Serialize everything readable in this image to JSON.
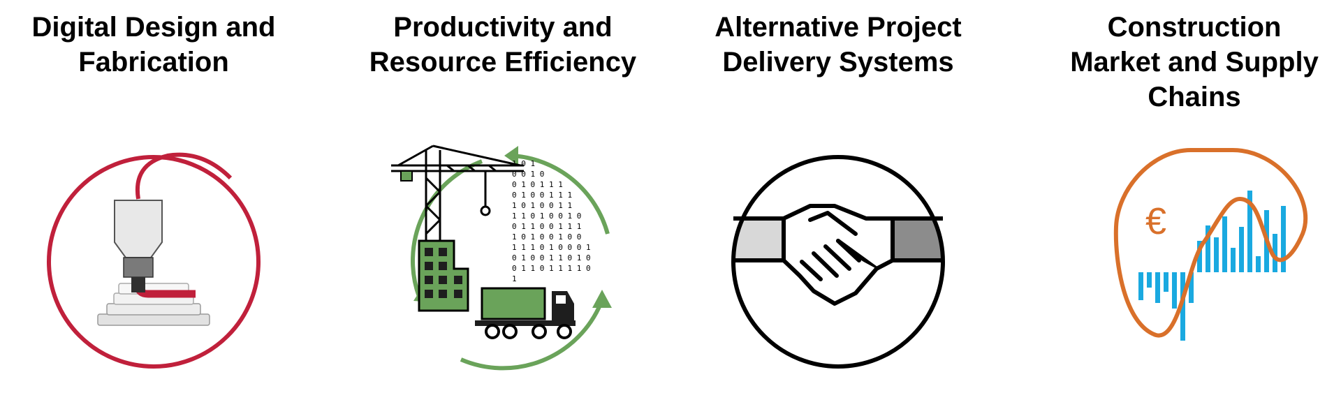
{
  "panels": [
    {
      "title_lines": [
        "Digital Design and",
        "Fabrication"
      ],
      "icon": "3d-printer-icon",
      "color": "#c0203b"
    },
    {
      "title_lines": [
        "Productivity and",
        "Resource Efficiency"
      ],
      "icon": "construction-cycle-icon",
      "color": "#6aa35a"
    },
    {
      "title_lines": [
        "Alternative Project",
        "Delivery Systems"
      ],
      "icon": "handshake-icon",
      "color": "#000000"
    },
    {
      "title_lines": [
        "Construction",
        "Market and Supply",
        "Chains"
      ],
      "icon": "market-chart-icon",
      "color": "#d9702a"
    }
  ],
  "binary_rows": [
    "1 0 1",
    "0 0 1 0",
    "0 1 0 1 1 1",
    "0 1 0 0 1 1 1",
    "1 0 1 0 0 1 1",
    "1 1 0 1 0 0 1 0",
    "0 1 1 0 0 1 1 1",
    "1 0 1 0 0 1 0 0",
    "1 1 1 0 1 0 0 0 1",
    "0 1 0 0 1 1 0 1 0",
    "0 1 1 0 1 1 1 1 0",
    "1"
  ],
  "currency_symbol": "€",
  "bar_color": "#1aa9e0"
}
